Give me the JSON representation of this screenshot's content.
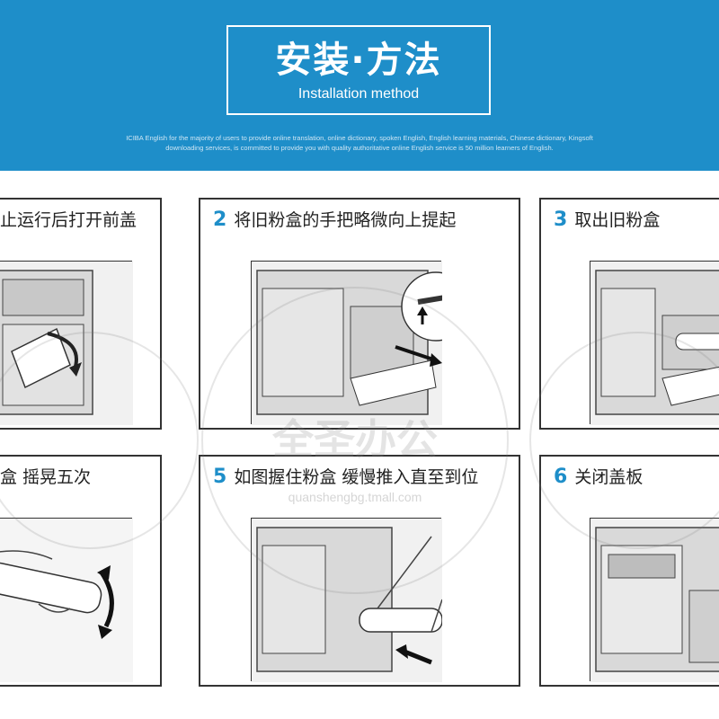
{
  "header": {
    "title": "安装·方法",
    "subtitle": "Installation method",
    "disclaimer_line1": "ICIBA English for the majority of users to provide online translation, online dictionary, spoken English, English learning materials, Chinese dictionary, Kingsoft",
    "disclaimer_line2": "downloading services, is committed to provide you with quality authoritative online English service is 50 million learners of English."
  },
  "steps": [
    {
      "num": "",
      "text": "止运行后打开前盖"
    },
    {
      "num": "2",
      "text": "将旧粉盒的手把略微向上提起"
    },
    {
      "num": "3",
      "text": "取出旧粉盒"
    },
    {
      "num": "",
      "text": "盒 摇晃五次"
    },
    {
      "num": "5",
      "text": "如图握住粉盒 缓慢推入直至到位"
    },
    {
      "num": "6",
      "text": "关闭盖板"
    }
  ],
  "watermark": {
    "brand": "全圣办公",
    "url": "quanshengbg.tmall.com"
  },
  "colors": {
    "banner": "#1e8ec9",
    "step_number": "#1e8ec9"
  }
}
